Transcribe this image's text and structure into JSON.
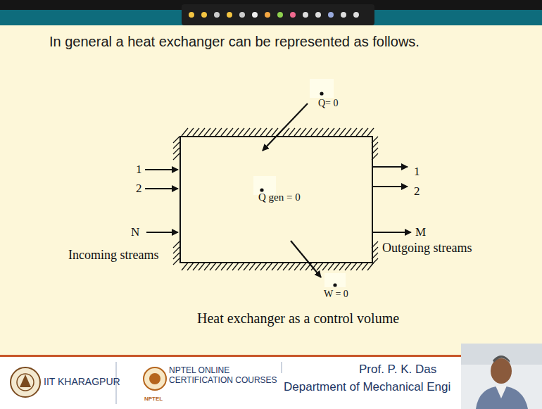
{
  "diagram": {
    "title": "In general a heat exchanger can be represented as follows.",
    "caption": "Heat exchanger as a control volume",
    "nodes": [
      {
        "text": [
          "Q gen = 0"
        ]
      }
    ],
    "labels": [
      "Q= 0",
      "1",
      "2",
      "N",
      "Incoming streams",
      "1",
      "2",
      "M",
      "Outgoing streams",
      "W = 0",
      "IIT KHARAGPUR",
      "NPTEL ONLINE CERTIFICATION COURSES",
      "NPTEL",
      "Prof. P. K. Das",
      "Department of Mechanical Engi"
    ]
  }
}
